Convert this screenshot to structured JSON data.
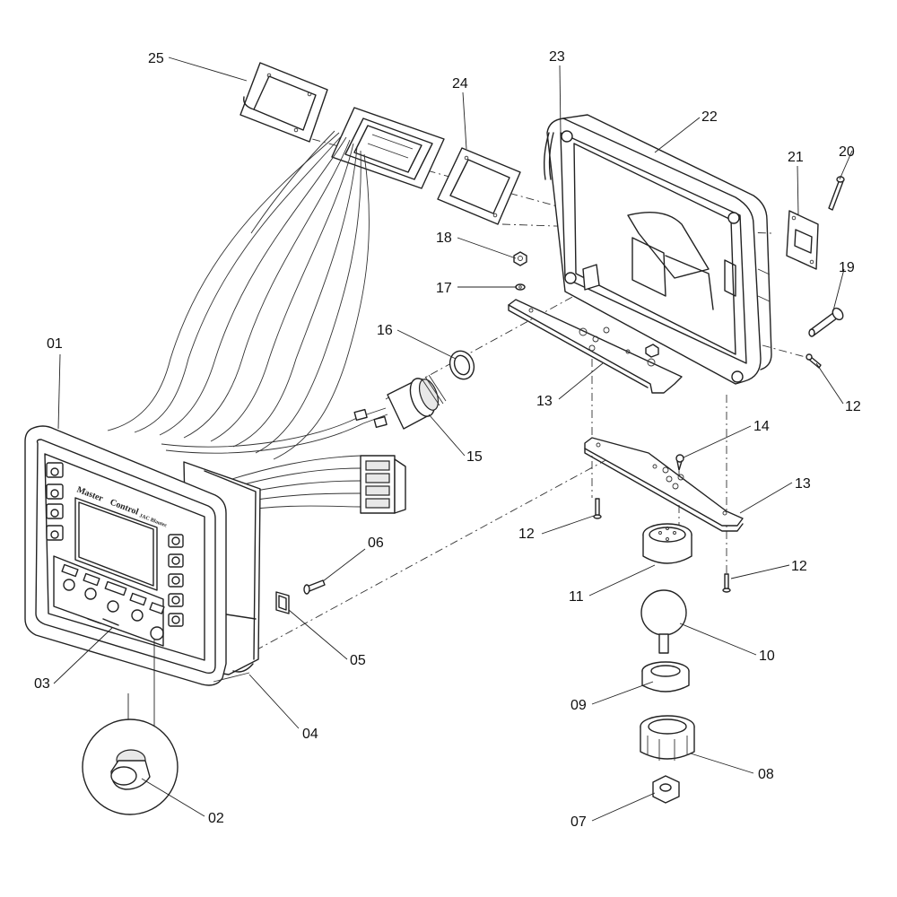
{
  "logo": {
    "brand_line_1": "Master",
    "brand_line_2": "Control",
    "model": "JAC Blautec"
  },
  "callouts": [
    {
      "id": "01",
      "label": "01"
    },
    {
      "id": "02",
      "label": "02"
    },
    {
      "id": "03",
      "label": "03"
    },
    {
      "id": "04",
      "label": "04"
    },
    {
      "id": "05",
      "label": "05"
    },
    {
      "id": "06",
      "label": "06"
    },
    {
      "id": "07",
      "label": "07"
    },
    {
      "id": "08",
      "label": "08"
    },
    {
      "id": "09",
      "label": "09"
    },
    {
      "id": "10",
      "label": "10"
    },
    {
      "id": "11",
      "label": "11"
    },
    {
      "id": "12a",
      "label": "12"
    },
    {
      "id": "12b",
      "label": "12"
    },
    {
      "id": "12c",
      "label": "12"
    },
    {
      "id": "13a",
      "label": "13"
    },
    {
      "id": "13b",
      "label": "13"
    },
    {
      "id": "14",
      "label": "14"
    },
    {
      "id": "15",
      "label": "15"
    },
    {
      "id": "16",
      "label": "16"
    },
    {
      "id": "17",
      "label": "17"
    },
    {
      "id": "18",
      "label": "18"
    },
    {
      "id": "19",
      "label": "19"
    },
    {
      "id": "20",
      "label": "20"
    },
    {
      "id": "21",
      "label": "21"
    },
    {
      "id": "22",
      "label": "22"
    },
    {
      "id": "23",
      "label": "23"
    },
    {
      "id": "24",
      "label": "24"
    },
    {
      "id": "25",
      "label": "25"
    }
  ]
}
